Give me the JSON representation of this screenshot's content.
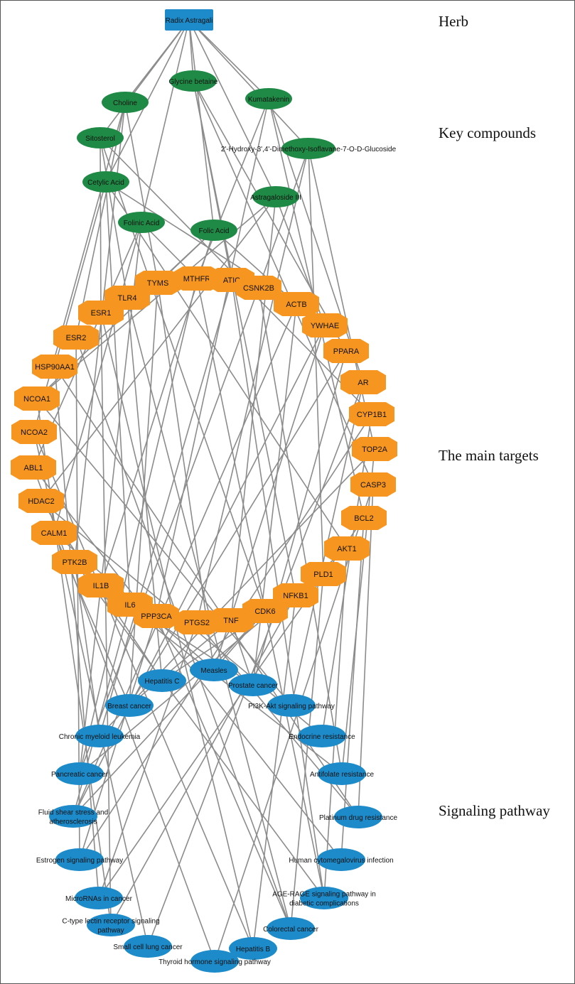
{
  "colors": {
    "herb": "#1d8ac9",
    "compound": "#1e8a45",
    "target": "#f6951f",
    "pathway": "#1d8ac9",
    "edge": "#8c8c8c"
  },
  "section_labels": {
    "herb": "Herb",
    "compounds": "Key compounds",
    "targets": "The main targets",
    "pathways": "Signaling pathway"
  },
  "herb": {
    "label": "Radix Astragali",
    "shape": "rectangle"
  },
  "compounds": [
    {
      "id": "glycine",
      "label": "Glycine betaine"
    },
    {
      "id": "choline",
      "label": "Choline"
    },
    {
      "id": "kumatakenin",
      "label": "Kumatakenin"
    },
    {
      "id": "sitosterol",
      "label": "Sitosterol"
    },
    {
      "id": "hydroxy",
      "label": "2'-Hydroxy-3',4'-Dimethoxy-Isoflavane-7-O-D-Glucoside"
    },
    {
      "id": "cetylic",
      "label": "Cetylic Acid"
    },
    {
      "id": "astragaloside",
      "label": "Astragaloside III"
    },
    {
      "id": "folinic",
      "label": "Folinic Acid"
    },
    {
      "id": "folic",
      "label": "Folic Acid"
    }
  ],
  "targets": [
    {
      "id": "TYMS",
      "label": "TYMS"
    },
    {
      "id": "MTHFR",
      "label": "MTHFR"
    },
    {
      "id": "ATIC",
      "label": "ATIC"
    },
    {
      "id": "TLR4",
      "label": "TLR4"
    },
    {
      "id": "CSNK2B",
      "label": "CSNK2B"
    },
    {
      "id": "ESR1",
      "label": "ESR1"
    },
    {
      "id": "ACTB",
      "label": "ACTB"
    },
    {
      "id": "YWHAE",
      "label": "YWHAE"
    },
    {
      "id": "ESR2",
      "label": "ESR2"
    },
    {
      "id": "PPARA",
      "label": "PPARA"
    },
    {
      "id": "HSP90AA1",
      "label": "HSP90AA1"
    },
    {
      "id": "AR",
      "label": "AR"
    },
    {
      "id": "NCOA1",
      "label": "NCOA1"
    },
    {
      "id": "CYP1B1",
      "label": "CYP1B1"
    },
    {
      "id": "NCOA2",
      "label": "NCOA2"
    },
    {
      "id": "TOP2A",
      "label": "TOP2A"
    },
    {
      "id": "ABL1",
      "label": "ABL1"
    },
    {
      "id": "CASP3",
      "label": "CASP3"
    },
    {
      "id": "HDAC2",
      "label": "HDAC2"
    },
    {
      "id": "BCL2",
      "label": "BCL2"
    },
    {
      "id": "CALM1",
      "label": "CALM1"
    },
    {
      "id": "AKT1",
      "label": "AKT1"
    },
    {
      "id": "PTK2B",
      "label": "PTK2B"
    },
    {
      "id": "PLD1",
      "label": "PLD1"
    },
    {
      "id": "IL1B",
      "label": "IL1B"
    },
    {
      "id": "NFKB1",
      "label": "NFKB1"
    },
    {
      "id": "IL6",
      "label": "IL6"
    },
    {
      "id": "CDK6",
      "label": "CDK6"
    },
    {
      "id": "PPP3CA",
      "label": "PPP3CA"
    },
    {
      "id": "TNF",
      "label": "TNF"
    },
    {
      "id": "PTGS2",
      "label": "PTGS2"
    }
  ],
  "pathways": [
    {
      "id": "measles",
      "label": "Measles"
    },
    {
      "id": "hepc",
      "label": "Hepatitis C"
    },
    {
      "id": "prostate",
      "label": "Prostate cancer"
    },
    {
      "id": "breast",
      "label": "Breast cancer"
    },
    {
      "id": "pi3k",
      "label": "PI3K-Akt signaling pathway"
    },
    {
      "id": "cml",
      "label": "Chronic myeloid leukemia"
    },
    {
      "id": "endocrine",
      "label": "Endocrine resistance"
    },
    {
      "id": "pancreatic",
      "label": "Pancreatic cancer"
    },
    {
      "id": "antifolate",
      "label": "Antifolate resistance"
    },
    {
      "id": "fluid",
      "label": "Fluid shear stress and atherosclerosis",
      "lines": [
        "Fluid shear stress and",
        "atherosclerosis"
      ]
    },
    {
      "id": "platinum",
      "label": "Platinum drug resistance"
    },
    {
      "id": "estrogen",
      "label": "Estrogen signaling pathway"
    },
    {
      "id": "hcmv",
      "label": "Human cytomegalovirus infection"
    },
    {
      "id": "mirna",
      "label": "MicroRNAs in cancer"
    },
    {
      "id": "agerage",
      "label": "AGE-RAGE signaling pathway in diabetic complications",
      "lines": [
        "AGE-RAGE signaling pathway in",
        "diabetic complications"
      ]
    },
    {
      "id": "ctype",
      "label": "C-type lectin receptor signaling pathway",
      "lines": [
        "C-type lectin receptor signaling",
        "pathway"
      ]
    },
    {
      "id": "colorectal",
      "label": "Colorectal cancer"
    },
    {
      "id": "smallcell",
      "label": "Small cell lung cancer"
    },
    {
      "id": "hepb",
      "label": "Hepatitis B"
    },
    {
      "id": "thyroid",
      "label": "Thyroid hormone signaling pathway"
    }
  ]
}
